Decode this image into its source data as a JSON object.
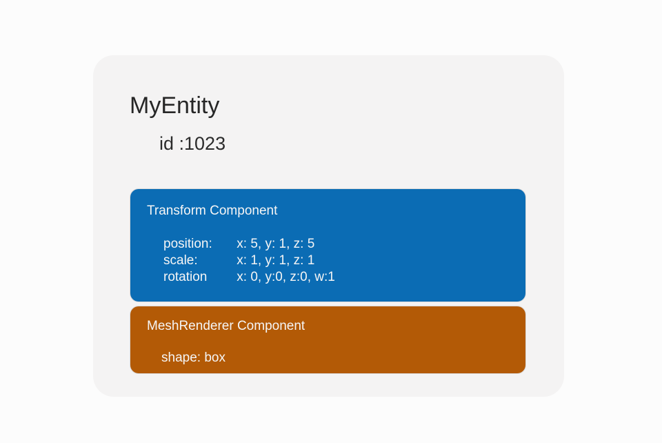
{
  "page": {
    "background_color": "#fcfcfc",
    "card_color": "#f4f3f3",
    "text_color": "#262626"
  },
  "entity": {
    "name": "MyEntity",
    "id_text": "id :1023"
  },
  "components": [
    {
      "title": "Transform Component",
      "color": "#0b6cb4",
      "rows": [
        {
          "label": "position:",
          "value": "x: 5, y: 1, z: 5"
        },
        {
          "label": "scale:",
          "value": "x: 1, y: 1, z: 1"
        },
        {
          "label": "rotation",
          "value": "x: 0, y:0, z:0, w:1"
        }
      ]
    },
    {
      "title": "MeshRenderer Component",
      "color": "#b35a06",
      "rows": [
        {
          "label": "shape: box"
        }
      ]
    }
  ]
}
